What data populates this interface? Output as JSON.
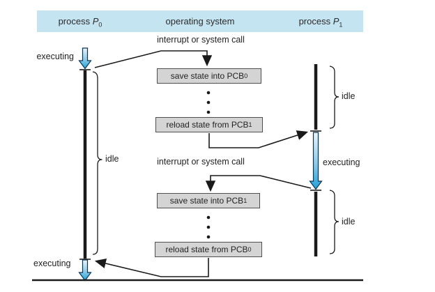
{
  "header": {
    "cols": [
      {
        "prefix": "process ",
        "symbol": "P",
        "sub": "0"
      },
      {
        "label": "operating system"
      },
      {
        "prefix": "process ",
        "symbol": "P",
        "sub": "1"
      }
    ]
  },
  "boxes": [
    {
      "text": "save state into PCB",
      "sub": "0"
    },
    {
      "text": "reload state from PCB",
      "sub": "1"
    },
    {
      "text": "save state into PCB",
      "sub": "1"
    },
    {
      "text": "reload state from PCB",
      "sub": "0"
    }
  ],
  "labels": {
    "interrupt_top": "interrupt or system call",
    "interrupt_bottom": "interrupt or system call",
    "executing_p0_top": "executing",
    "executing_p0_bottom": "executing",
    "executing_p1": "executing",
    "idle_p0": "idle",
    "idle_p1_top": "idle",
    "idle_p1_bottom": "idle"
  },
  "colors": {
    "header_bg": "#c5e4f1",
    "box_bg": "#d4d4d4",
    "box_border": "#4f4f4f",
    "line": "#1a1a1a",
    "arrow_fill_light": "#eaf5fc",
    "arrow_fill_dark": "#1ea0da",
    "arrow_outline": "#0c3350"
  }
}
